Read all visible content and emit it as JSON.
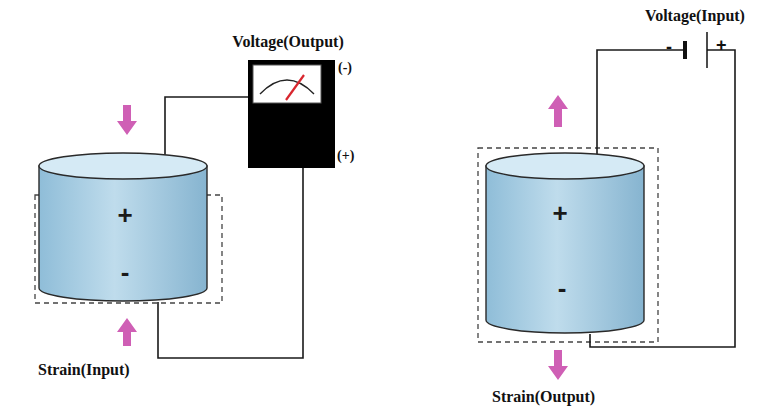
{
  "diagram": {
    "nodes": [
      {
        "text": [
          "+",
          "-"
        ]
      },
      {
        "text": [
          "Voltage(Output)"
        ]
      },
      {
        "text": [
          "+",
          "-"
        ]
      },
      {
        "text": [
          "Voltage(Input)"
        ]
      }
    ],
    "edges": [
      {
        "from": 0,
        "to": 1,
        "arrow": "none"
      },
      {
        "from": 0,
        "to": 1,
        "arrow": "none"
      },
      {
        "from": 2,
        "to": 3,
        "arrow": "none"
      },
      {
        "from": 2,
        "to": 3,
        "arrow": "none"
      }
    ],
    "labels": [
      "(-)",
      "(+)",
      "Strain(Input)",
      "-",
      "+",
      "Strain(Output)"
    ]
  }
}
